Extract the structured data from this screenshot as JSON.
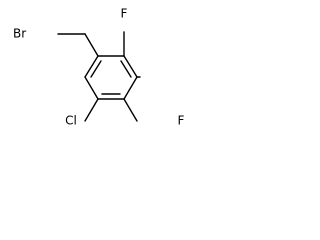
{
  "atoms": {
    "br": "Br",
    "f_top": "F",
    "f_right": "F",
    "cl": "Cl"
  }
}
